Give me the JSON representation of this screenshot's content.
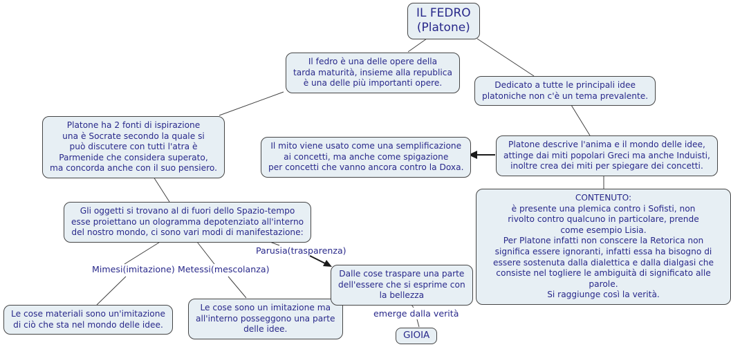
{
  "colors": {
    "background": "#ffffff",
    "node_fill": "#e7eff4",
    "node_border": "#444444",
    "text": "#28288a",
    "line": "#3f3f3f",
    "arrow": "#1a1a1a"
  },
  "nodes": {
    "il_fedro": {
      "text": "IL FEDRO\n(Platone)"
    },
    "opere": {
      "text": "Il fedro è una delle opere della\ntarda maturità, insieme alla republica\nè una delle più importanti opere."
    },
    "dedicato": {
      "text": "Dedicato a tutte le principali idee\nplatoniche non c'è un tema prevalente."
    },
    "fonti": {
      "text": "Platone ha 2 fonti di ispirazione\nuna è Socrate secondo la quale si\npuò discutere con tutti l'atra è\nParmenide che considera superato,\nma concorda anche con il suo pensiero."
    },
    "mito": {
      "text": "Il mito viene usato come una semplificazione\nai concetti, ma anche come spigazione\nper concetti che vanno ancora contro la Doxa."
    },
    "anima": {
      "text": "Platone descrive l'anima e il mondo delle idee,\nattinge dai miti popolari Greci ma anche Induisti,\ninoltre crea dei miti per spiegare dei concetti."
    },
    "contenuto": {
      "text": "CONTENUTO:\nè presente una plemica contro i Sofisti, non\nrivolto contro qualcuno in particolare, prende\ncome esempio Lisia.\nPer Platone infatti non conscere la Retorica non\nsignifica essere ignoranti, infatti essa ha bisogno di\nessere sostenuta dalla dialettica e dalla dialgasi che\nconsiste nel togliere le ambiguità di significato alle parole.\nSi raggiunge così la verità."
    },
    "oggetti": {
      "text": "Gli oggetti si trovano al di fuori dello Spazio-tempo\nesse proiettano un ologramma depotenziato all'interno\ndel nostro mondo, ci sono vari modi di manifestazione:"
    },
    "materiali": {
      "text": "Le cose materiali sono un'imitazione\ndi ciò che sta nel mondo delle idee."
    },
    "imitazione": {
      "text": "Le cose sono un imitazione ma\nall'interno posseggono una parte\ndelle idee."
    },
    "traspare": {
      "text": "Dalle cose traspare una parte\ndell'essere che si esprime con\nla bellezza"
    },
    "gioia": {
      "text": "GIOIA"
    }
  },
  "link_labels": {
    "mimesi": {
      "text": "Mimesi(imitazione)"
    },
    "metessi": {
      "text": "Metessi(mescolanza)"
    },
    "parusia": {
      "text": "Parusia(trasparenza)"
    },
    "emerge": {
      "text": "emerge dalla verità"
    }
  }
}
